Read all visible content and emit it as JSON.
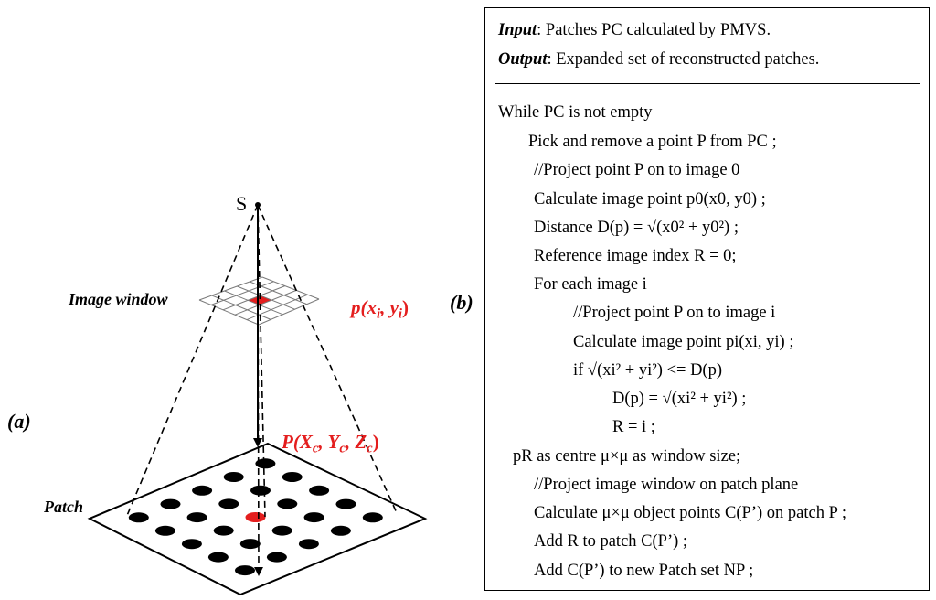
{
  "figure_a": {
    "panel_label": "(a)",
    "apex_label": "S",
    "image_window_label": "Image window",
    "image_point_label": "p(x",
    "image_point_sub_i": "i",
    "image_point_mid": ", y",
    "image_point_end": ")",
    "patch_point_label": "P(X",
    "patch_point_sub_c": "c",
    "patch_point_y": ", Y",
    "patch_point_z": ", Z",
    "patch_point_end": ")",
    "patch_label": "Patch",
    "colors": {
      "highlight": "#e41e1e",
      "grid": "#7a7a7a",
      "dots": "#000000"
    }
  },
  "figure_b": {
    "panel_label": "(b)",
    "input_key": "Input",
    "input_text": ": Patches PC calculated by PMVS.",
    "output_key": "Output",
    "output_text": ": Expanded set of reconstructed patches.",
    "lines": {
      "l1": "While PC is not empty",
      "l2": "Pick and remove a point P from PC ;",
      "l3": "//Project point P on to image 0",
      "l4": "Calculate image point p0(x0, y0) ;",
      "l5": "Distance D(p) = √(x0² + y0²) ;",
      "l6": "Reference image index R = 0;",
      "l7": "For each image i",
      "l8": "//Project point P on to image i",
      "l9": "Calculate image point pi(xi, yi) ;",
      "l10": "if √(xi² + yi²) <= D(p)",
      "l11": "D(p) = √(xi² + yi²) ;",
      "l12": "R = i ;",
      "l13": "pR as centre μ×μ as window size;",
      "l14": "//Project image window on patch plane",
      "l15": "Calculate μ×μ object points C(P’) on patch P ;",
      "l16": "Add R to patch C(P’) ;",
      "l17": "Add C(P’) to new Patch set NP ;"
    }
  }
}
